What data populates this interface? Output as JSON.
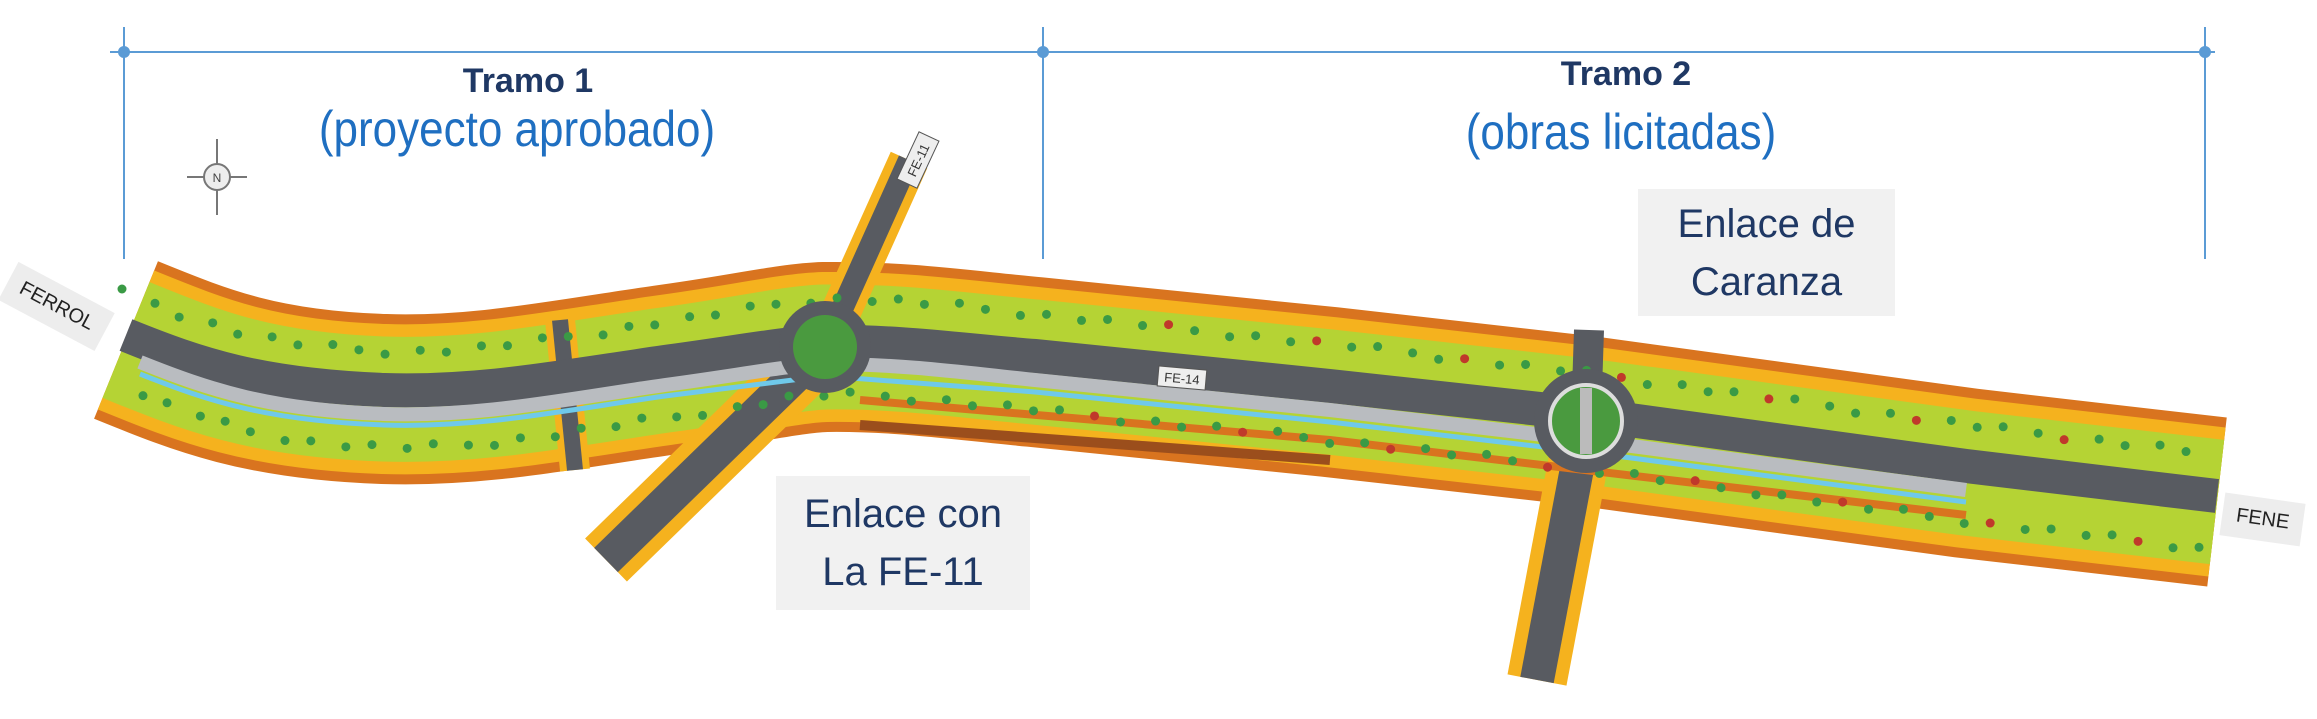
{
  "sections": [
    {
      "title": "Tramo 1",
      "status": "(proyecto aprobado)"
    },
    {
      "title": "Tramo 2",
      "status": "(obras licitadas)"
    }
  ],
  "callouts": {
    "fe11_interchange": [
      "Enlace con",
      "La FE-11"
    ],
    "caranza_interchange": [
      "Enlace de",
      "Caranza"
    ]
  },
  "endpoints": {
    "west": "FERROL",
    "east": "FENE"
  },
  "road_labels": {
    "fe11": "FE-11",
    "fe14": "FE-14"
  },
  "compass": {
    "north_letter": "N"
  },
  "colors": {
    "dimension_line": "#5b9bd5",
    "title": "#1f3864",
    "subtitle": "#1f6fc1",
    "grass": "#b5d334",
    "verge": "#f5b21e",
    "earth": "#d9741f",
    "road": "#585b61",
    "roundabout_island": "#4a9a3f"
  }
}
